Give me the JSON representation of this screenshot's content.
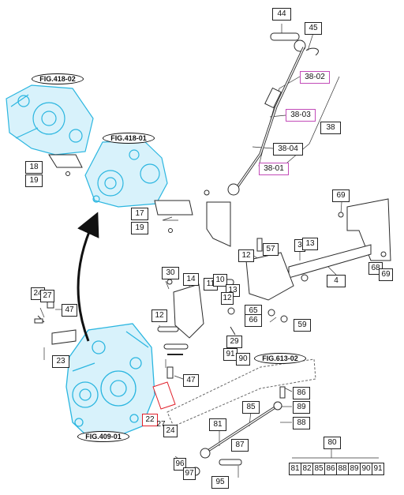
{
  "colors": {
    "outline": "#2a2a2a",
    "highlight_blue": "#2bb6e0",
    "highlight_fill": "#d8f2fb",
    "highlight_red": "#e0202a",
    "highlight_magenta": "#c24bb8"
  },
  "figure_refs": {
    "fig_418_02": "FIG.418-02",
    "fig_418_01": "FIG.418-01",
    "fig_409_01": "FIG.409-01",
    "fig_613_02": "FIG.613-02"
  },
  "callouts": {
    "c44": "44",
    "c45": "45",
    "c38_02": "38-02",
    "c38_03": "38-03",
    "c38": "38",
    "c38_04": "38-04",
    "c38_01": "38-01",
    "c18": "18",
    "c19a": "19",
    "c17": "17",
    "c19b": "19",
    "c69a": "69",
    "c12a": "12",
    "c57": "57",
    "c3": "3",
    "c13a": "13",
    "c68": "68",
    "c69b": "69",
    "c30": "30",
    "c14": "14",
    "c11": "11",
    "c10": "10",
    "c13b": "13",
    "c12b": "12",
    "c4": "4",
    "c24a": "24",
    "c27a": "27",
    "c47a": "47",
    "c65": "65",
    "c66": "66",
    "c59": "59",
    "c29": "29",
    "c91": "91",
    "c90": "90",
    "c23": "23",
    "c12c": "12",
    "c47b": "47",
    "c86": "86",
    "c89": "89",
    "c22": "22",
    "c27b": "27",
    "c24b": "24",
    "c85": "85",
    "c88": "88",
    "c81": "81",
    "c80": "80",
    "c96": "96",
    "c97": "97",
    "c95": "95",
    "c87": "87"
  },
  "parts_row": [
    "81",
    "82",
    "85",
    "86",
    "88",
    "89",
    "90",
    "91"
  ]
}
